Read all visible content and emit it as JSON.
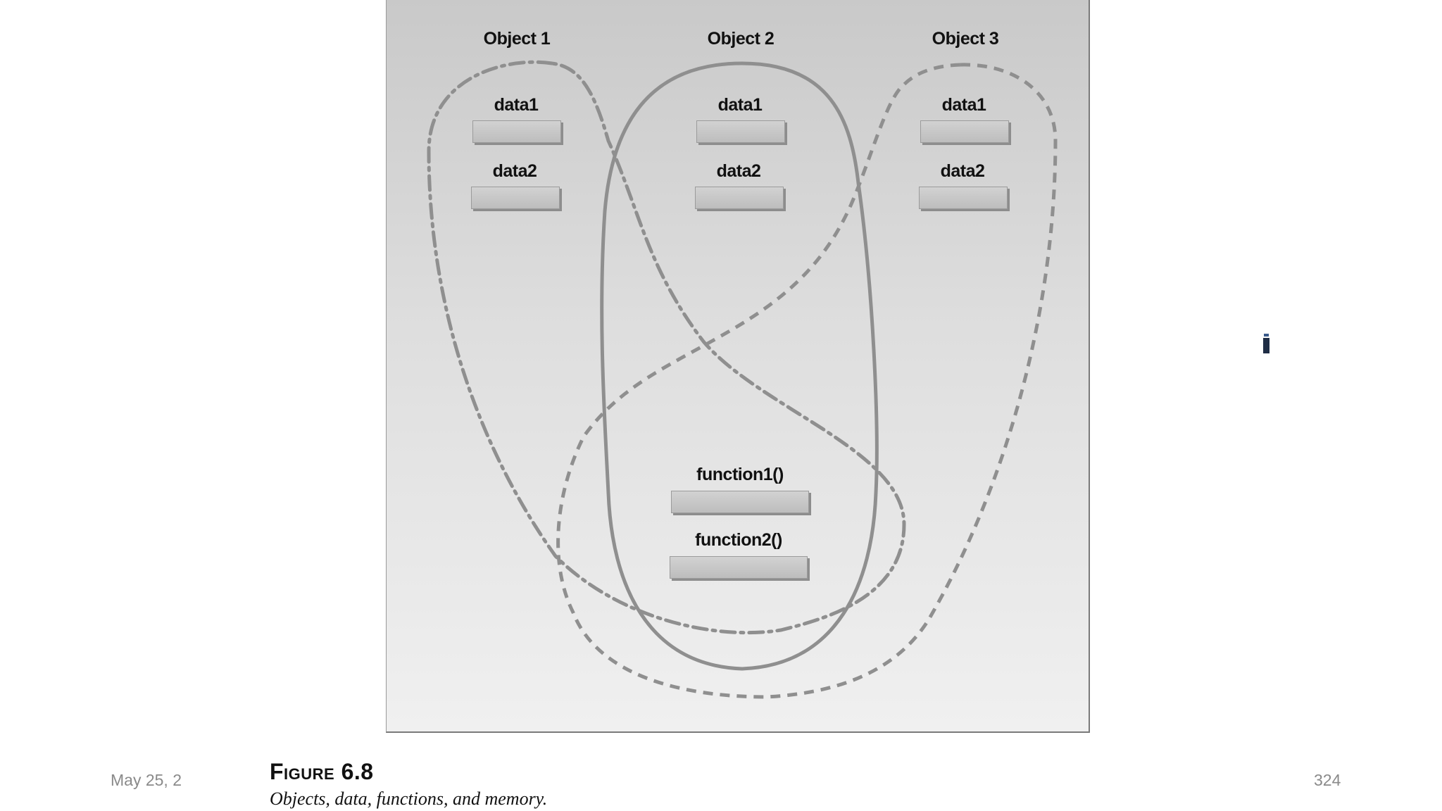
{
  "diagram": {
    "objects": [
      {
        "label": "Object 1",
        "fields": [
          "data1",
          "data2"
        ]
      },
      {
        "label": "Object 2",
        "fields": [
          "data1",
          "data2"
        ]
      },
      {
        "label": "Object 3",
        "fields": [
          "data1",
          "data2"
        ]
      }
    ],
    "functions": [
      "function1()",
      "function2()"
    ],
    "colors": {
      "outline": "#8f8f8f",
      "box": "#c6c6c6"
    }
  },
  "figure": {
    "title": "Figure 6.8",
    "caption": "Objects, data, functions, and memory."
  },
  "footer": {
    "date": "May 25, 2",
    "page": "324"
  }
}
